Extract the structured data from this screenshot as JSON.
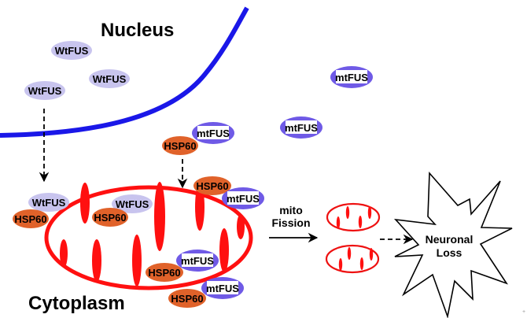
{
  "diagram": {
    "regions": {
      "nucleus_label": "Nucleus",
      "cytoplasm_label": "Cytoplasm"
    },
    "proteins": {
      "wt_fus": "WtFUS",
      "mt_fus": "mtFUS",
      "hsp60": "HSP60"
    },
    "process": {
      "fission_line1": "mito",
      "fission_line2": "Fission"
    },
    "outcome": {
      "line1": "Neuronal",
      "line2": "Loss"
    },
    "colors": {
      "nucleus_membrane": "#1a17e8",
      "wt_fus": "#c8c4ee",
      "mt_fus": "#6f5ae6",
      "hsp60": "#e0622a",
      "mitochondrion": "#ff1010"
    }
  }
}
